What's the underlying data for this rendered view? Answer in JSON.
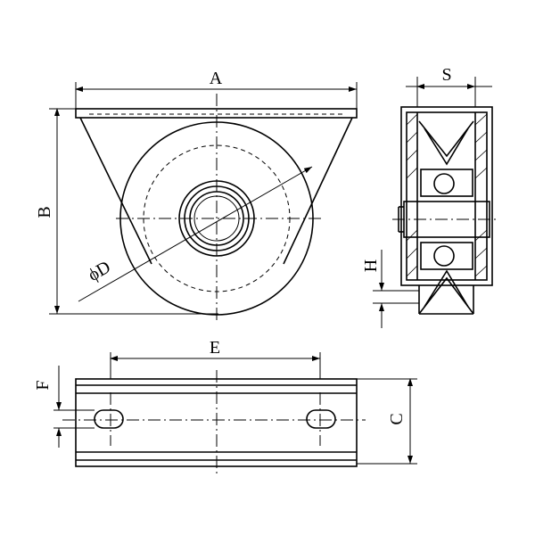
{
  "drawing": {
    "front_view": {
      "dim_A": "A",
      "dim_B": "B",
      "dim_D": "ϕD"
    },
    "side_view": {
      "dim_S": "S",
      "dim_H": "H"
    },
    "top_view": {
      "dim_E": "E",
      "dim_F": "F",
      "dim_C": "C"
    }
  }
}
